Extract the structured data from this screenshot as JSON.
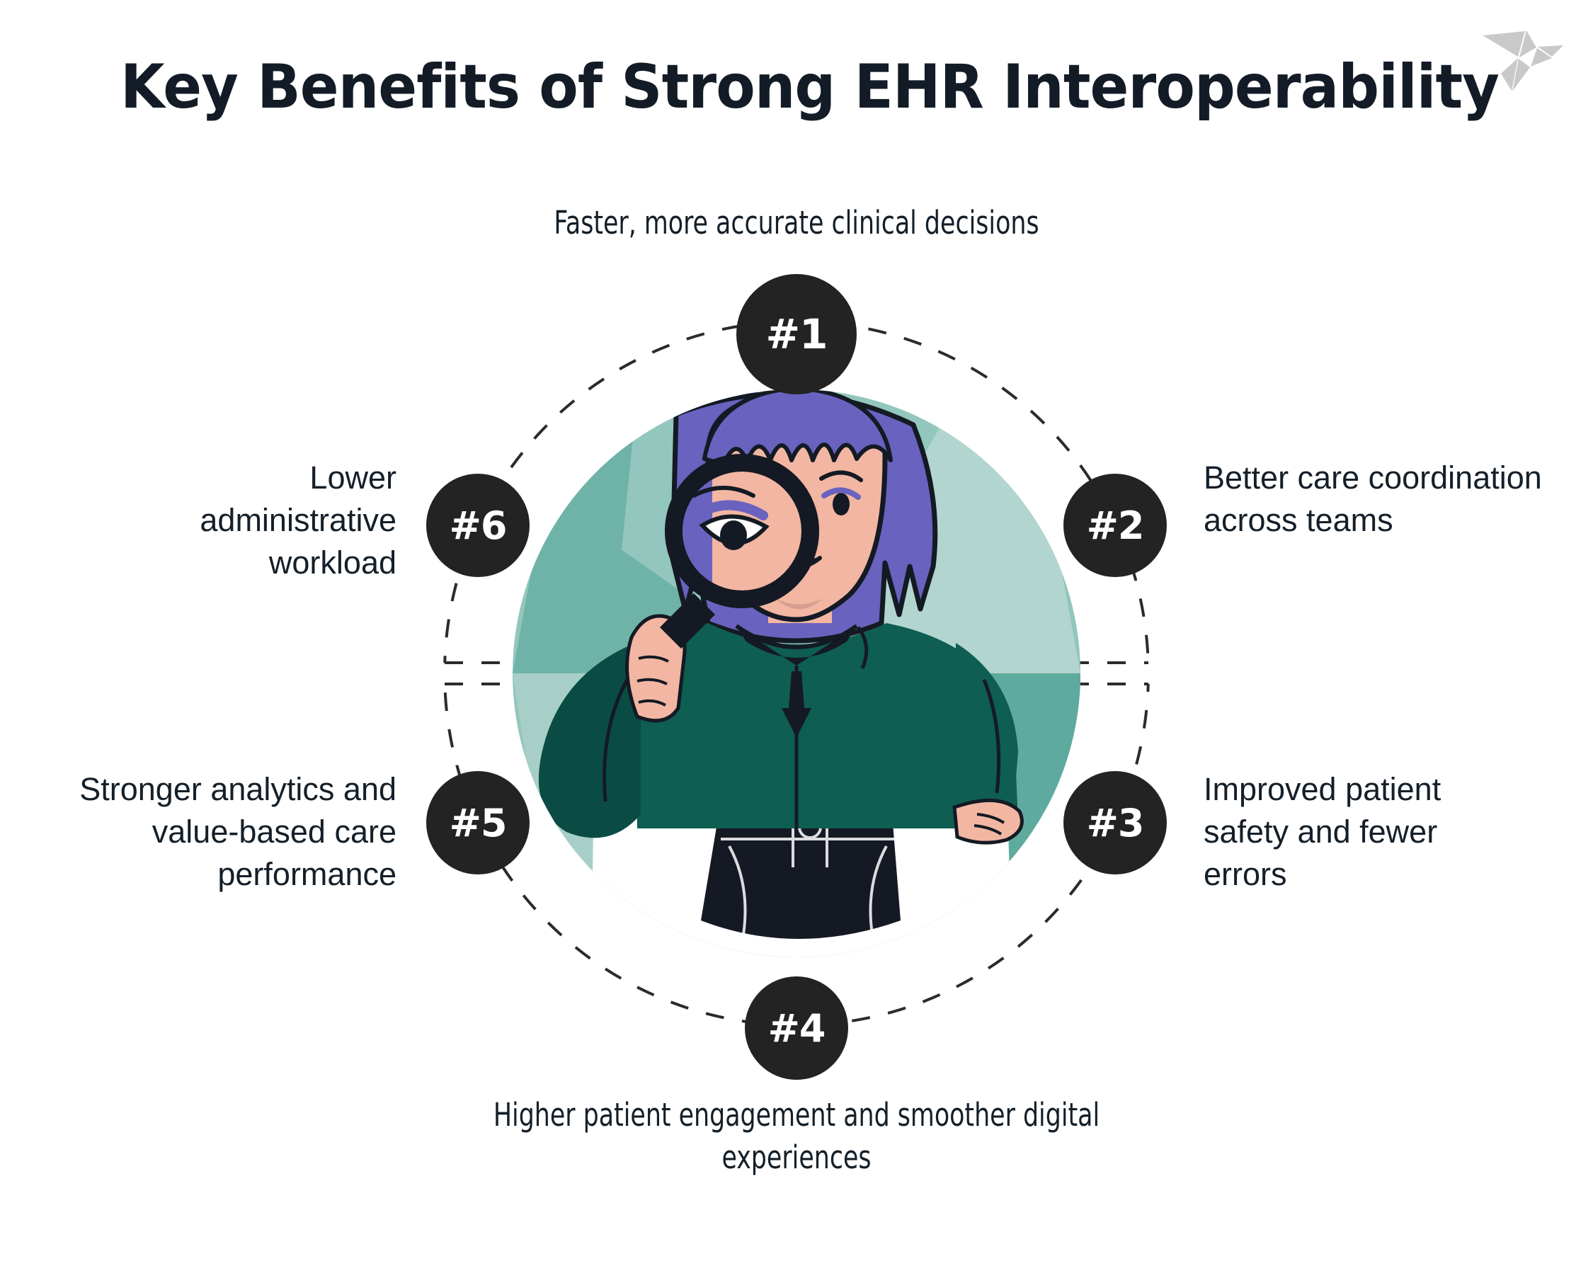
{
  "page": {
    "title": "Key Benefits of Strong EHR Interoperability",
    "background_color": "#ffffff",
    "text_color": "#141f29"
  },
  "logo": {
    "icon": "origami-bird-logo",
    "color": "#c9c9c9"
  },
  "wheel": {
    "badge_color": "#232323",
    "badge_text_color": "#ffffff",
    "dashed_ring_color": "#2b2b2b",
    "segment_colors": [
      "#93c6bd",
      "#6fb3a8",
      "#b2d5cf",
      "#a7cfc8",
      "#8cc2b8",
      "#5faa9e"
    ],
    "center_illustration": "woman-with-magnifying-glass-illustration"
  },
  "illustration": {
    "hair_color": "#6a62bf",
    "skin_color": "#f2b6a3",
    "jacket_color": "#0e5e52",
    "jacket_shadow": "#0a4c43",
    "pants_color": "#151923",
    "outline_color": "#141a23"
  },
  "benefits": [
    {
      "number": "#1",
      "label": "Faster, more accurate clinical decisions",
      "position": "top"
    },
    {
      "number": "#2",
      "label": "Better care coordination across teams",
      "position": "right-upper"
    },
    {
      "number": "#3",
      "label": "Improved patient safety and fewer errors",
      "position": "right-lower"
    },
    {
      "number": "#4",
      "label": "Higher patient engagement and smoother digital experiences",
      "position": "bottom"
    },
    {
      "number": "#5",
      "label": "Stronger analytics and value-based care performance",
      "position": "left-lower"
    },
    {
      "number": "#6",
      "label": "Lower administrative workload",
      "position": "left-upper"
    }
  ]
}
